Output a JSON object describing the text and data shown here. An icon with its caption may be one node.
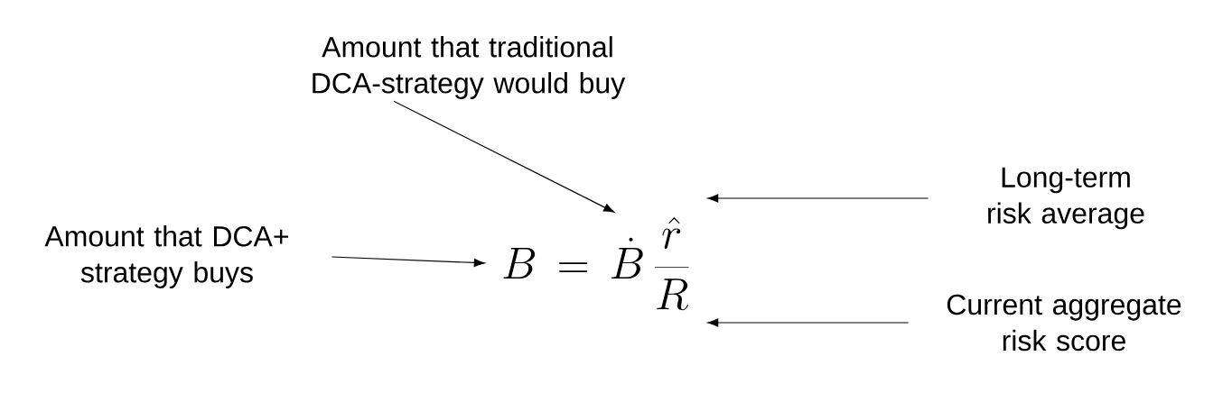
{
  "diagram": {
    "nodes": [
      {
        "text": [
          "Amount that traditional DCA-strategy would buy"
        ]
      },
      {
        "text": [
          "Amount that DCA+ strategy buys"
        ]
      },
      {
        "text": [
          "Long-term risk average"
        ]
      },
      {
        "text": [
          "Current aggregate risk score"
        ]
      },
      {
        "text": [
          "B \\,=\\, \\dot{B}\\,\\frac{\\hat{r}}{R}"
        ]
      }
    ],
    "edges": [
      {
        "from": 0,
        "to": 4,
        "arrow": "to"
      },
      {
        "from": 1,
        "to": 4,
        "arrow": "to"
      },
      {
        "from": 2,
        "to": 4,
        "arrow": "to"
      },
      {
        "from": 3,
        "to": 4,
        "arrow": "to"
      }
    ]
  }
}
